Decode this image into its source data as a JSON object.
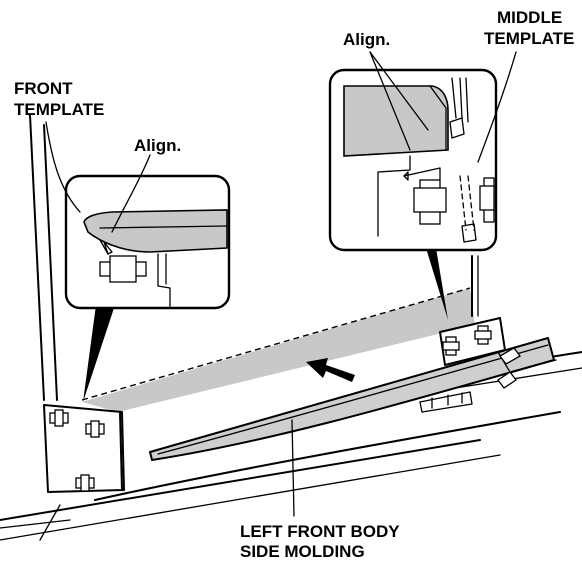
{
  "labels": {
    "front_template": [
      "FRONT",
      "TEMPLATE"
    ],
    "middle_template": [
      "MIDDLE",
      "TEMPLATE"
    ],
    "align_front": "Align.",
    "align_middle": "Align.",
    "molding": [
      "LEFT FRONT BODY",
      "SIDE MOLDING"
    ]
  },
  "colors": {
    "line": "#000000",
    "shade": "#c8c8c8",
    "background": "#ffffff"
  },
  "icons": {
    "direction": "arrow-icon"
  }
}
